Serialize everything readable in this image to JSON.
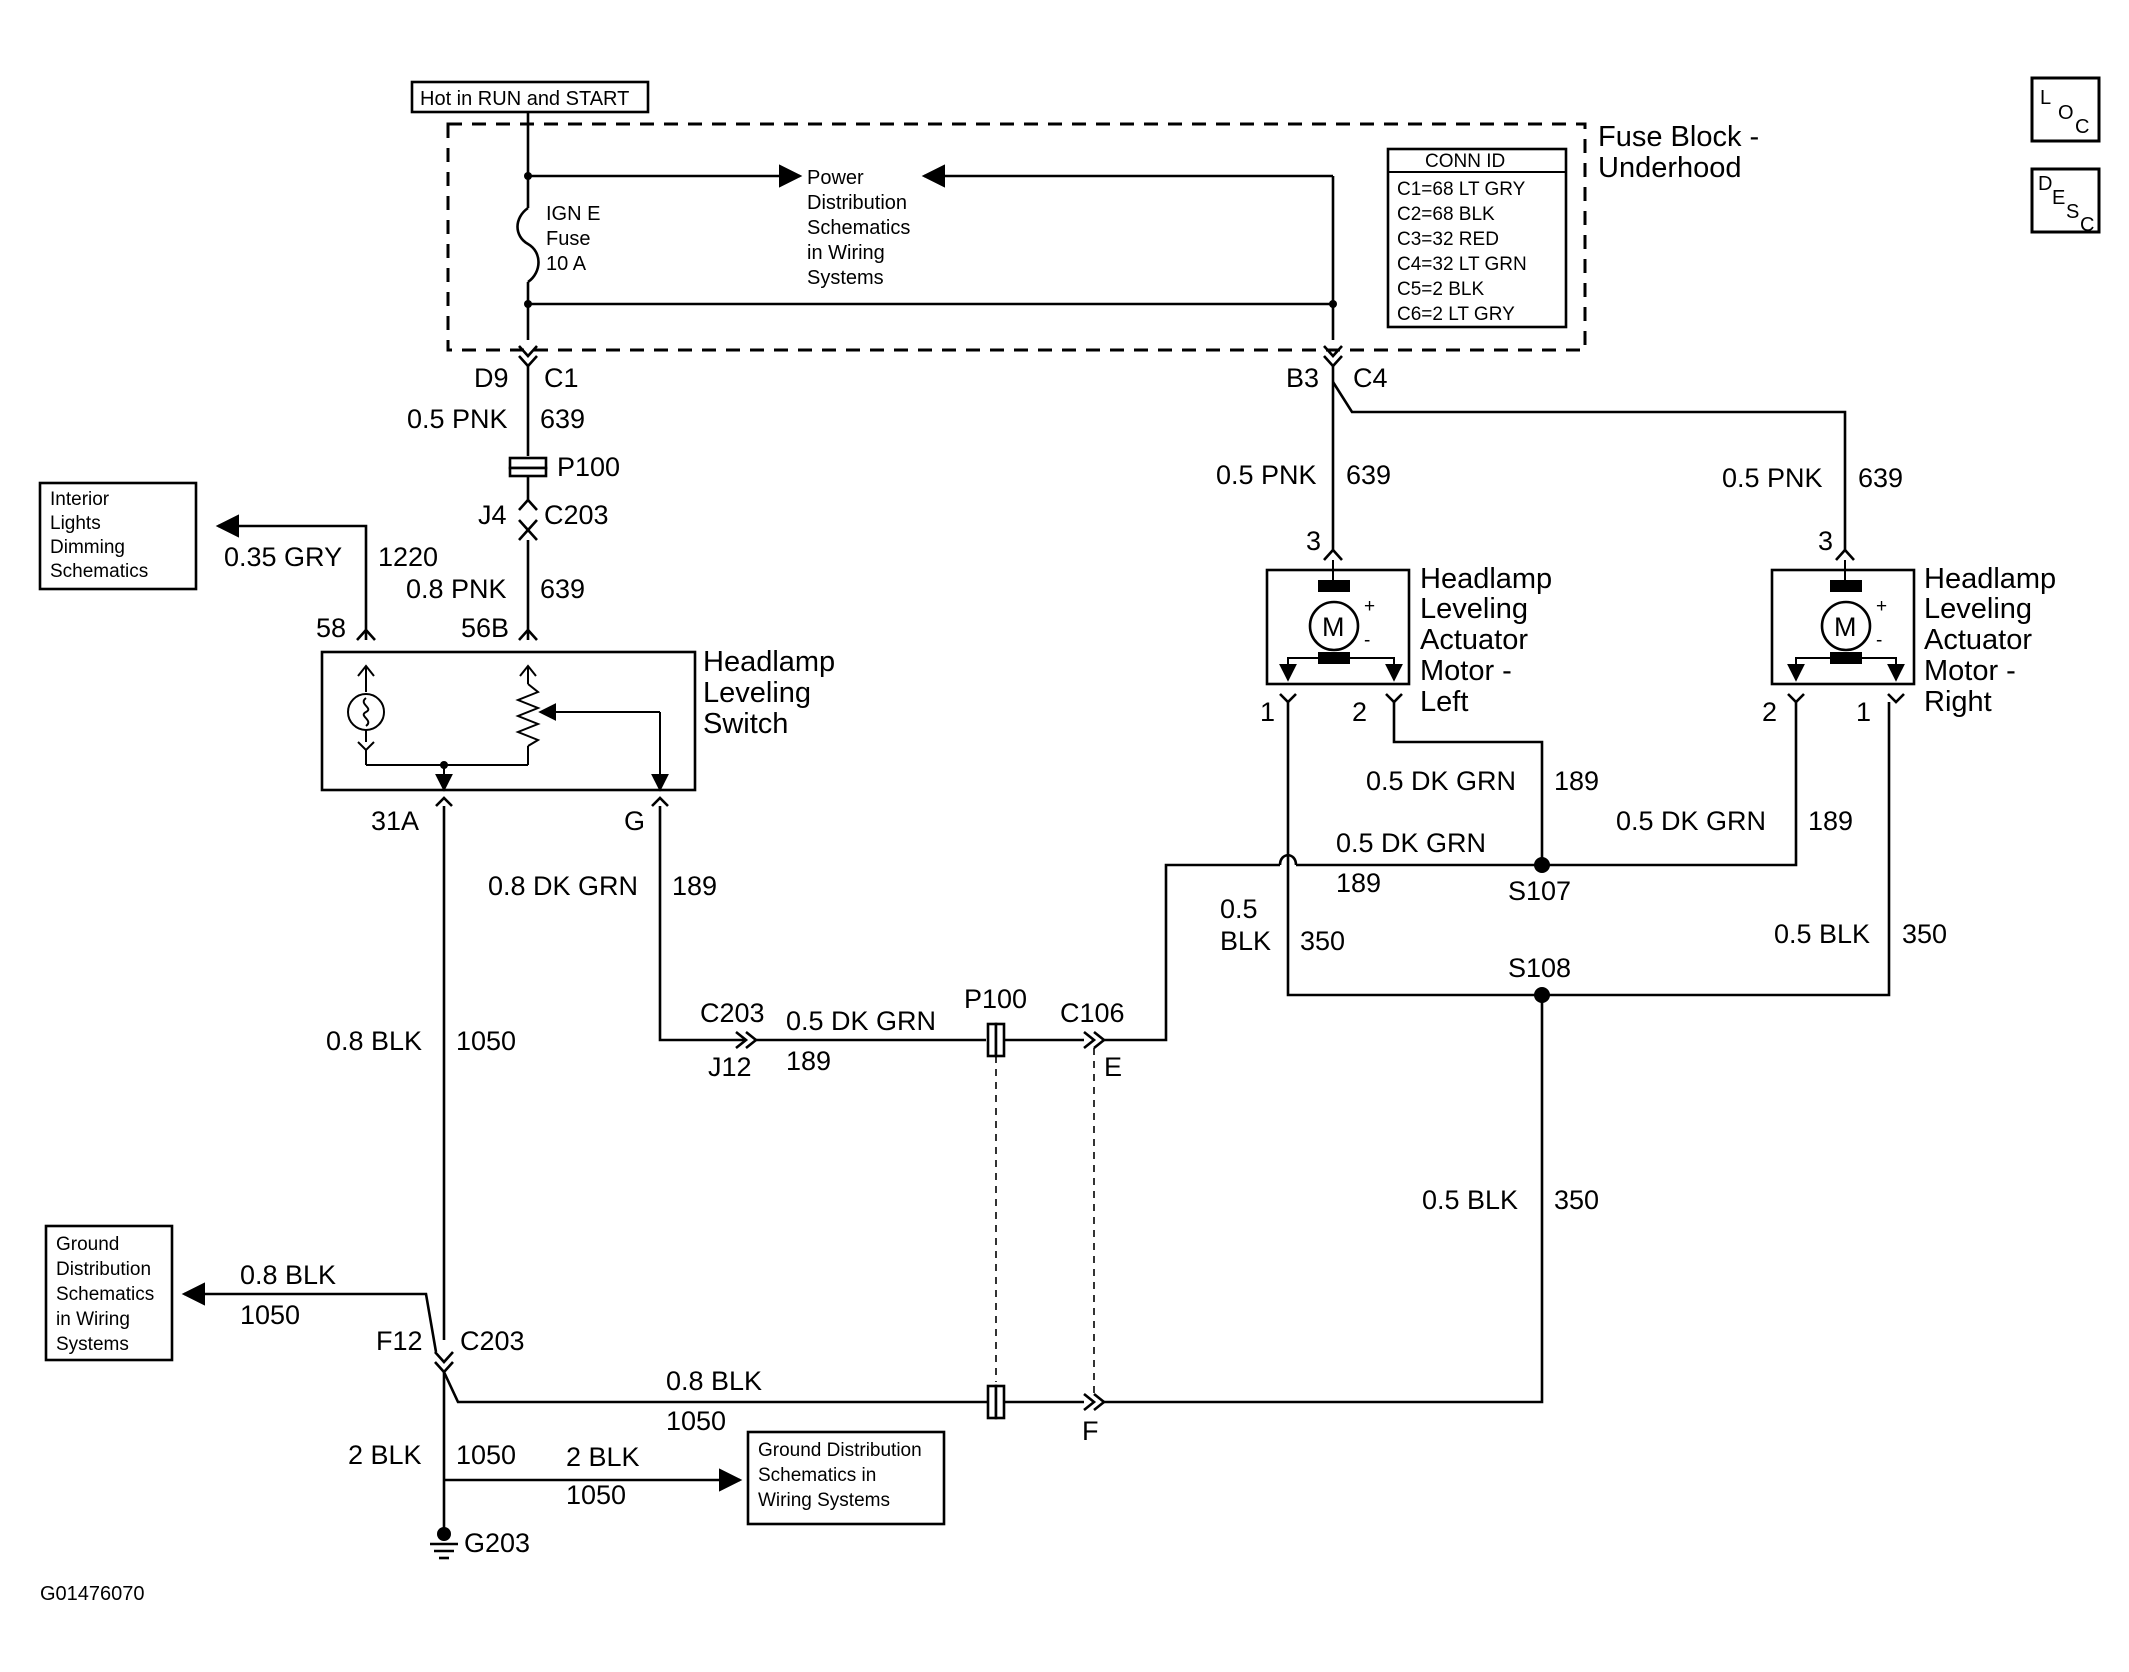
{
  "diagram": {
    "power_label": "Hot in RUN and START",
    "fuse_block_title": [
      "Fuse Block -",
      "Underhood"
    ],
    "fuse_name": [
      "IGN E",
      "Fuse",
      "10 A"
    ],
    "power_dist_ref": [
      "Power",
      "Distribution",
      "Schematics",
      "in Wiring",
      "Systems"
    ],
    "conn_id": {
      "header": "CONN ID",
      "rows": [
        "C1=68 LT GRY",
        "C2=68 BLK",
        "C3=32 RED",
        "C4=32 LT GRN",
        "C5=2 BLK",
        "C6=2 LT GRY"
      ]
    },
    "loc_icon": [
      "L",
      "O",
      "C"
    ],
    "desc_icon": [
      "D",
      "E",
      "S",
      "C"
    ],
    "fuse_out_left": {
      "pin": "D9",
      "conn": "C1"
    },
    "fuse_out_right": {
      "pin": "B3",
      "conn": "C4"
    },
    "wire_pnk_upper": {
      "gauge": "0.5 PNK",
      "circuit": "639"
    },
    "p100_top": "P100",
    "j4_conn": {
      "pin": "J4",
      "conn": "C203"
    },
    "wire_pnk_lower": {
      "gauge": "0.8 PNK",
      "circuit": "639"
    },
    "interior_ref": [
      "Interior",
      "Lights",
      "Dimming",
      "Schematics"
    ],
    "wire_gry": {
      "gauge": "0.35 GRY",
      "circuit": "1220"
    },
    "switch_pins": {
      "p58": "58",
      "p56b": "56B",
      "p31a": "31A",
      "pg": "G"
    },
    "switch_title": [
      "Headlamp",
      "Leveling",
      "Switch"
    ],
    "wire_grn_switch": {
      "gauge": "0.8 DK GRN",
      "circuit": "189"
    },
    "wire_blk_switch": {
      "gauge": "0.8 BLK",
      "circuit": "1050"
    },
    "c203_j12": {
      "conn": "C203",
      "pin": "J12"
    },
    "wire_grn_inline": {
      "gauge": "0.5 DK GRN",
      "circuit": "189"
    },
    "p100_mid": "P100",
    "c106": {
      "conn": "C106",
      "pin_e": "E",
      "pin_f": "F"
    },
    "motor_left": {
      "title": [
        "Headlamp",
        "Leveling",
        "Actuator",
        "Motor -",
        "Left"
      ],
      "pin3": "3",
      "pin1": "1",
      "pin2": "2",
      "m": "M",
      "plus": "+",
      "minus": "-"
    },
    "motor_right": {
      "title": [
        "Headlamp",
        "Leveling",
        "Actuator",
        "Motor -",
        "Right"
      ],
      "pin3": "3",
      "pin1": "1",
      "pin2": "2",
      "m": "M",
      "plus": "+",
      "minus": "-"
    },
    "wire_pnk_left_motor": {
      "gauge": "0.5 PNK",
      "circuit": "639"
    },
    "wire_pnk_right_motor": {
      "gauge": "0.5 PNK",
      "circuit": "639"
    },
    "wire_grn_left2": {
      "gauge": "0.5 DK GRN",
      "circuit": "189"
    },
    "wire_grn_right2": {
      "gauge": "0.5 DK GRN",
      "circuit": "189"
    },
    "wire_grn_s107": {
      "gauge": "0.5 DK GRN",
      "circuit": "189"
    },
    "s107": "S107",
    "wire_blk_left1": {
      "gauge": [
        "0.5",
        "BLK"
      ],
      "circuit": "350"
    },
    "wire_blk_right1": {
      "gauge": "0.5 BLK",
      "circuit": "350"
    },
    "s108": "S108",
    "wire_blk_s108": {
      "gauge": "0.5 BLK",
      "circuit": "350"
    },
    "ground_ref_left": [
      "Ground",
      "Distribution",
      "Schematics",
      "in Wiring",
      "Systems"
    ],
    "wire_blk_ground_left": {
      "gauge": "0.8 BLK",
      "circuit": "1050"
    },
    "f12_c203": {
      "pin": "F12",
      "conn": "C203"
    },
    "wire_blk_f": {
      "gauge": "0.8 BLK",
      "circuit": "1050"
    },
    "wire_blk_g203": {
      "gauge": "2 BLK",
      "circuit": "1050"
    },
    "wire_blk_ground_right": {
      "gauge": "2 BLK",
      "circuit": "1050"
    },
    "ground_ref_right": [
      "Ground Distribution",
      "Schematics in",
      "Wiring Systems"
    ],
    "g203": "G203",
    "figure_id": "G01476070"
  }
}
